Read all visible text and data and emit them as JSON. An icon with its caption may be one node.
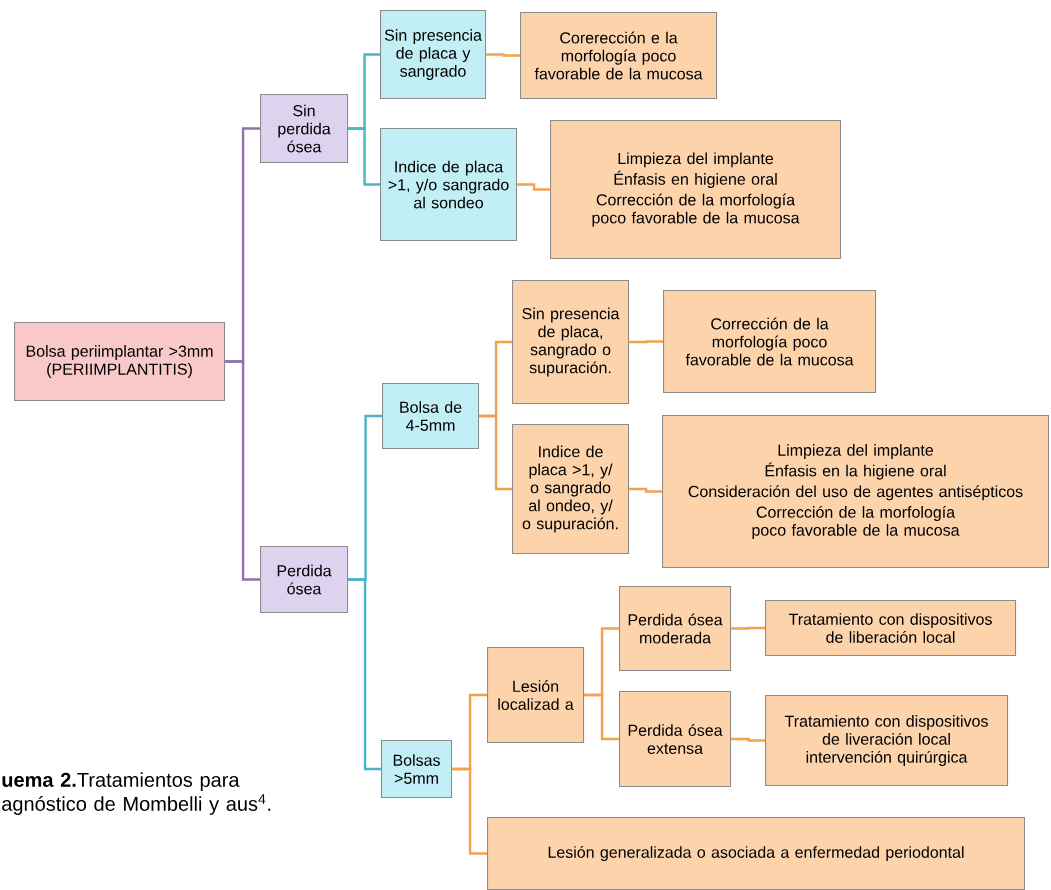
{
  "diagram": {
    "caption": "**uema 2.**Tratamientos para agnóstico de Mombelli y aus$^{4}$.",
    "nodes": [
      {
        "text": [
          "Bolsa periimplantar >3mm (PERIIMPLANTITIS)"
        ]
      },
      {
        "text": [
          "Sin perdida ósea"
        ]
      },
      {
        "text": [
          "Sin presencia de placa y sangrado"
        ]
      },
      {
        "text": [
          "Corerección e la morfología poco favorable de la mucosa"
        ]
      },
      {
        "text": [
          "Indice de placa >1, y/o sangrado al sondeo"
        ]
      },
      {
        "text": [
          "Limpieza del implante",
          "Énfasis en higiene oral",
          "Corrección de la morfología poco favorable de la mucosa"
        ]
      },
      {
        "text": [
          "Perdida ósea"
        ]
      },
      {
        "text": [
          "Bolsa de 4-5mm"
        ]
      },
      {
        "text": [
          "Sin presencia de placa, sangrado o supuración."
        ]
      },
      {
        "text": [
          "Corrección de la morfología poco favorable de la mucosa"
        ]
      },
      {
        "text": [
          "Indice de placa >1, y/ o sangrado al ondeo, y/ o supuración."
        ]
      },
      {
        "text": [
          "Limpieza del implante",
          "Énfasis en la higiene oral",
          "Consideración del uso de agentes antisépticos",
          "Corrección de la morfología poco favorable de la mucosa"
        ]
      },
      {
        "text": [
          "Bolsas >5mm"
        ]
      },
      {
        "text": [
          "Lesión localizad a"
        ]
      },
      {
        "text": [
          "Perdida ósea moderada"
        ]
      },
      {
        "text": [
          "Tratamiento con dispositivos de liberación local"
        ]
      },
      {
        "text": [
          "Perdida ósea extensa"
        ]
      },
      {
        "text": [
          "Tratamiento con dispositivos de liveración local intervención quirúrgica"
        ]
      },
      {
        "text": [
          "Lesión generalizada o asociada a enfermedad periodontal"
        ]
      }
    ],
    "edges": [
      {
        "from": 0,
        "to": 1,
        "arrow": "none",
        "color": "#8e72b0"
      },
      {
        "from": 0,
        "to": 6,
        "arrow": "none",
        "color": "#8e72b0"
      },
      {
        "from": 1,
        "to": 2,
        "arrow": "none",
        "color": "#4bb3c9"
      },
      {
        "from": 1,
        "to": 4,
        "arrow": "none",
        "color": "#4bb3c9"
      },
      {
        "from": 2,
        "to": 3,
        "arrow": "none"
      },
      {
        "from": 4,
        "to": 5,
        "arrow": "none"
      },
      {
        "from": 6,
        "to": 7,
        "arrow": "none",
        "color": "#4bb3c9"
      },
      {
        "from": 6,
        "to": 12,
        "arrow": "none",
        "color": "#4bb3c9"
      },
      {
        "from": 7,
        "to": 8,
        "arrow": "none"
      },
      {
        "from": 7,
        "to": 10,
        "arrow": "none"
      },
      {
        "from": 8,
        "to": 9,
        "arrow": "none"
      },
      {
        "from": 10,
        "to": 11,
        "arrow": "none"
      },
      {
        "from": 12,
        "to": 13,
        "arrow": "none"
      },
      {
        "from": 12,
        "to": 18,
        "arrow": "none"
      },
      {
        "from": 13,
        "to": 14,
        "arrow": "none"
      },
      {
        "from": 13,
        "to": 16,
        "arrow": "none"
      },
      {
        "from": 14,
        "to": 15,
        "arrow": "none"
      },
      {
        "from": 16,
        "to": 17,
        "arrow": "none"
      }
    ]
  }
}
